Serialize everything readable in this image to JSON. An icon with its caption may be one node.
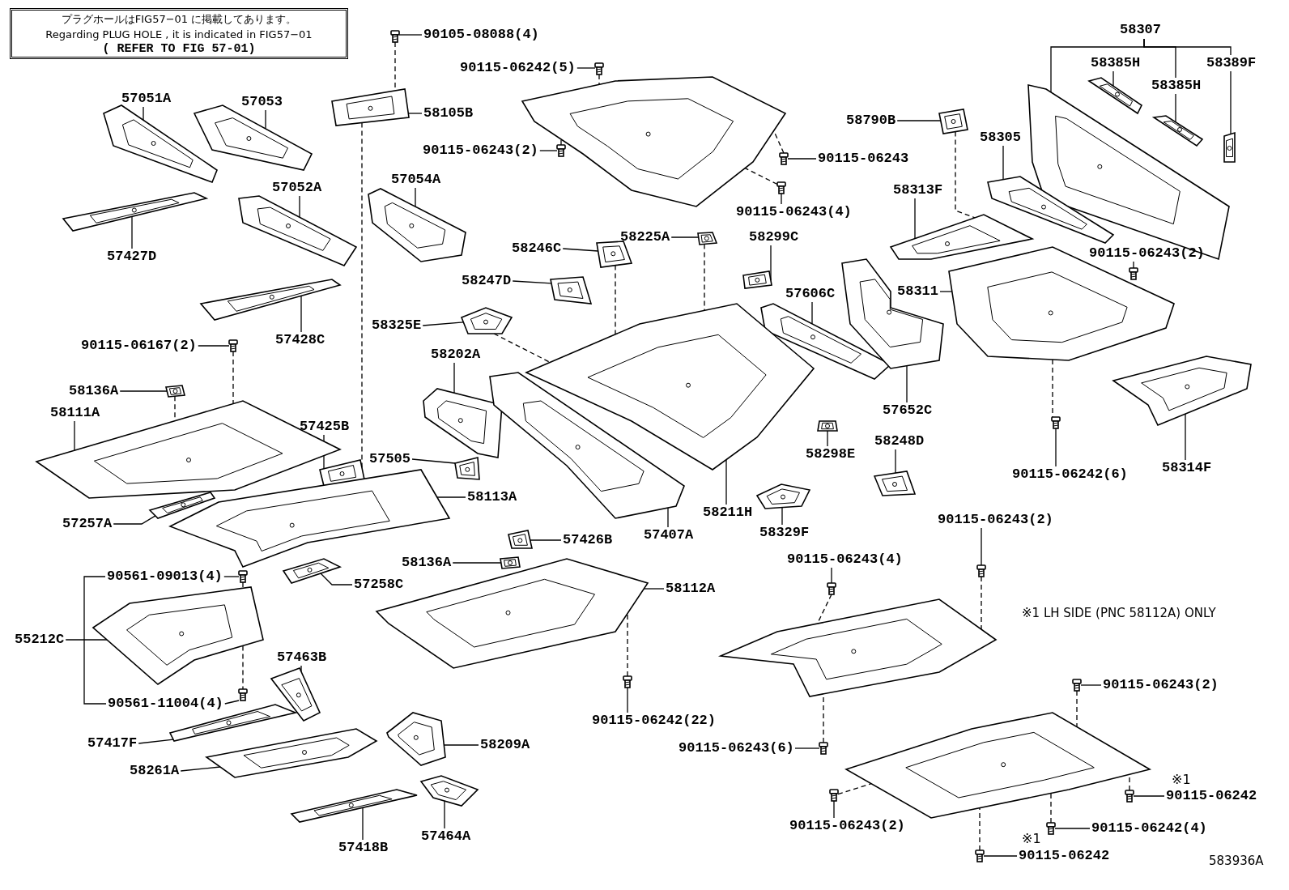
{
  "diagram": {
    "nodes": [
      {
        "text": [
          "プラグホールはFIG57−01 に掲載してあります。",
          "Regarding PLUG HOLE , it is indicated in FIG57−01",
          "( REFER TO FIG 57-01)"
        ]
      },
      {
        "text": [
          "58307"
        ]
      },
      {
        "text": [
          "90105-08088(4)"
        ]
      },
      {
        "text": [
          "58385H"
        ]
      },
      {
        "text": [
          "58389F"
        ]
      },
      {
        "text": [
          "90115-06242(5)"
        ]
      },
      {
        "text": [
          "58385H"
        ]
      },
      {
        "text": [
          "57051A"
        ]
      },
      {
        "text": [
          "57053"
        ]
      },
      {
        "text": [
          "58105B"
        ]
      },
      {
        "text": [
          "58790B"
        ]
      },
      {
        "text": [
          "58305"
        ]
      },
      {
        "text": [
          "90115-06243(2)"
        ]
      },
      {
        "text": [
          "90115-06243"
        ]
      },
      {
        "text": [
          "57054A"
        ]
      },
      {
        "text": [
          "57052A"
        ]
      },
      {
        "text": [
          "58313F"
        ]
      },
      {
        "text": [
          "90115-06243(4)"
        ]
      },
      {
        "text": [
          "58225A"
        ]
      },
      {
        "text": [
          "58299C"
        ]
      },
      {
        "text": [
          "58246C"
        ]
      },
      {
        "text": [
          "90115-06243(2)"
        ]
      },
      {
        "text": [
          "57427D"
        ]
      },
      {
        "text": [
          "58247D"
        ]
      },
      {
        "text": [
          "58311"
        ]
      },
      {
        "text": [
          "57606C"
        ]
      },
      {
        "text": [
          "58325E"
        ]
      },
      {
        "text": [
          "57428C"
        ]
      },
      {
        "text": [
          "90115-06167(2)"
        ]
      },
      {
        "text": [
          "58202A"
        ]
      },
      {
        "text": [
          "58136A"
        ]
      },
      {
        "text": [
          "57652C"
        ]
      },
      {
        "text": [
          "58111A"
        ]
      },
      {
        "text": [
          "57425B"
        ]
      },
      {
        "text": [
          "58248D"
        ]
      },
      {
        "text": [
          "58298E"
        ]
      },
      {
        "text": [
          "57505"
        ]
      },
      {
        "text": [
          "58314F"
        ]
      },
      {
        "text": [
          "90115-06242(6)"
        ]
      },
      {
        "text": [
          "58113A"
        ]
      },
      {
        "text": [
          "58211H"
        ]
      },
      {
        "text": [
          "90115-06243(2)"
        ]
      },
      {
        "text": [
          "57257A"
        ]
      },
      {
        "text": [
          "58329F"
        ]
      },
      {
        "text": [
          "57407A"
        ]
      },
      {
        "text": [
          "57426B"
        ]
      },
      {
        "text": [
          "90115-06243(4)"
        ]
      },
      {
        "text": [
          "58136A"
        ]
      },
      {
        "text": [
          "90561-09013(4)"
        ]
      },
      {
        "text": [
          "57258C"
        ]
      },
      {
        "text": [
          "58112A"
        ]
      },
      {
        "text": [
          "55212C"
        ]
      },
      {
        "text": [
          "57463B"
        ]
      },
      {
        "text": [
          "90115-06243(2)"
        ]
      },
      {
        "text": [
          "90561-11004(4)"
        ]
      },
      {
        "text": [
          "90115-06242(22)"
        ]
      },
      {
        "text": [
          "57417F"
        ]
      },
      {
        "text": [
          "58209A"
        ]
      },
      {
        "text": [
          "90115-06243(6)"
        ]
      },
      {
        "text": [
          "58261A"
        ]
      },
      {
        "text": [
          "90115-06242"
        ],
        "beside": [
          "※1"
        ]
      },
      {
        "text": [
          "90115-06243(2)"
        ]
      },
      {
        "text": [
          "90115-06242(4)"
        ]
      },
      {
        "text": [
          "57464A"
        ]
      },
      {
        "text": [
          "57418B"
        ]
      },
      {
        "text": [
          "90115-06242"
        ],
        "beside": [
          "※1"
        ]
      },
      {
        "text": [],
        "shape": "picture"
      },
      {
        "text": [],
        "shape": "picture"
      },
      {
        "text": [],
        "shape": "picture"
      },
      {
        "text": [],
        "shape": "picture"
      },
      {
        "text": [],
        "shape": "picture"
      },
      {
        "text": [],
        "shape": "picture"
      },
      {
        "text": [],
        "shape": "picture"
      },
      {
        "text": [],
        "shape": "picture"
      },
      {
        "text": [],
        "shape": "picture"
      },
      {
        "text": [],
        "shape": "picture"
      },
      {
        "text": [],
        "shape": "picture"
      },
      {
        "text": [],
        "shape": "picture"
      },
      {
        "text": [],
        "shape": "picture"
      },
      {
        "text": [],
        "shape": "picture"
      },
      {
        "text": [],
        "shape": "picture"
      },
      {
        "text": [],
        "shape": "picture"
      },
      {
        "text": [],
        "shape": "picture"
      },
      {
        "text": [],
        "shape": "picture"
      },
      {
        "text": [],
        "shape": "picture"
      },
      {
        "text": [],
        "shape": "picture"
      },
      {
        "text": [],
        "shape": "picture"
      },
      {
        "text": [],
        "shape": "picture"
      },
      {
        "text": [],
        "shape": "picture"
      },
      {
        "text": [],
        "shape": "picture"
      },
      {
        "text": [],
        "shape": "picture"
      },
      {
        "text": [],
        "shape": "picture"
      },
      {
        "text": [],
        "shape": "picture"
      },
      {
        "text": [],
        "shape": "picture"
      },
      {
        "text": [],
        "shape": "picture"
      },
      {
        "text": [],
        "shape": "picture"
      },
      {
        "text": [],
        "shape": "picture"
      },
      {
        "text": [],
        "shape": "picture"
      },
      {
        "text": [],
        "shape": "picture"
      },
      {
        "text": [],
        "shape": "picture"
      },
      {
        "text": [],
        "shape": "picture"
      },
      {
        "text": [],
        "shape": "picture"
      },
      {
        "text": [],
        "shape": "picture"
      },
      {
        "text": [],
        "shape": "picture"
      },
      {
        "text": [],
        "shape": "picture"
      },
      {
        "text": [],
        "shape": "picture"
      },
      {
        "text": [],
        "shape": "picture"
      },
      {
        "text": [],
        "shape": "picture"
      },
      {
        "text": [],
        "shape": "picture"
      },
      {
        "text": [],
        "shape": "picture"
      },
      {
        "text": [],
        "shape": "picture"
      },
      {
        "text": [],
        "shape": "picture"
      },
      {
        "text": [],
        "shape": "picture"
      },
      {
        "text": [],
        "shape": "picture"
      },
      {
        "text": [],
        "shape": "picture"
      },
      {
        "text": [],
        "shape": "picture"
      },
      {
        "text": [],
        "shape": "picture"
      },
      {
        "text": [],
        "shape": "picture"
      },
      {
        "text": [],
        "shape": "picture"
      },
      {
        "text": [],
        "shape": "picture"
      },
      {
        "text": [],
        "shape": "picture"
      },
      {
        "text": [],
        "shape": "picture"
      },
      {
        "text": [],
        "shape": "picture"
      },
      {
        "text": [],
        "shape": "picture"
      },
      {
        "text": [],
        "shape": "picture"
      },
      {
        "text": [],
        "shape": "picture"
      },
      {
        "text": [],
        "shape": "picture"
      },
      {
        "text": [],
        "shape": "picture"
      },
      {
        "text": [],
        "shape": "picture"
      },
      {
        "text": [],
        "shape": "picture"
      },
      {
        "text": [],
        "shape": "picture"
      },
      {
        "text": [],
        "shape": "picture"
      },
      {
        "text": [],
        "shape": "picture"
      },
      {
        "text": [],
        "shape": "picture"
      }
    ],
    "edges": [
      {
        "from": 1,
        "to": 66,
        "arrow": "none"
      },
      {
        "from": 1,
        "to": 6,
        "arrow": "none"
      },
      {
        "from": 1,
        "to": 4,
        "arrow": "none"
      },
      {
        "from": 2,
        "to": 67,
        "arrow": "none"
      },
      {
        "from": 3,
        "to": 68,
        "arrow": "none"
      },
      {
        "from": 4,
        "to": 69,
        "arrow": "none"
      },
      {
        "from": 5,
        "to": 70,
        "arrow": "none"
      },
      {
        "from": 6,
        "to": 71,
        "arrow": "none"
      },
      {
        "from": 7,
        "to": 72,
        "arrow": "none"
      },
      {
        "from": 8,
        "to": 73,
        "arrow": "none"
      },
      {
        "from": 9,
        "to": 74,
        "arrow": "none"
      },
      {
        "from": 10,
        "to": 75,
        "arrow": "none"
      },
      {
        "from": 11,
        "to": 76,
        "arrow": "none"
      },
      {
        "from": 12,
        "to": 77,
        "arrow": "none"
      },
      {
        "from": 13,
        "to": 78,
        "arrow": "none"
      },
      {
        "from": 14,
        "to": 79,
        "arrow": "none"
      },
      {
        "from": 15,
        "to": 80,
        "arrow": "none"
      },
      {
        "from": 16,
        "to": 81,
        "arrow": "none"
      },
      {
        "from": 17,
        "to": 82,
        "arrow": "none"
      },
      {
        "from": 18,
        "to": 83,
        "arrow": "none"
      },
      {
        "from": 19,
        "to": 84,
        "arrow": "none"
      },
      {
        "from": 20,
        "to": 85,
        "arrow": "none"
      },
      {
        "from": 21,
        "to": 86,
        "arrow": "none"
      },
      {
        "from": 22,
        "to": 87,
        "arrow": "none"
      },
      {
        "from": 23,
        "to": 88,
        "arrow": "none"
      },
      {
        "from": 24,
        "to": 89,
        "arrow": "none"
      },
      {
        "from": 25,
        "to": 90,
        "arrow": "none"
      },
      {
        "from": 26,
        "to": 91,
        "arrow": "none"
      },
      {
        "from": 27,
        "to": 92,
        "arrow": "none"
      },
      {
        "from": 28,
        "to": 93,
        "arrow": "none"
      },
      {
        "from": 29,
        "to": 94,
        "arrow": "none"
      },
      {
        "from": 30,
        "to": 95,
        "arrow": "none"
      },
      {
        "from": 31,
        "to": 96,
        "arrow": "none"
      },
      {
        "from": 32,
        "to": 97,
        "arrow": "none"
      },
      {
        "from": 33,
        "to": 98,
        "arrow": "none"
      },
      {
        "from": 34,
        "to": 99,
        "arrow": "none"
      },
      {
        "from": 35,
        "to": 100,
        "arrow": "none"
      },
      {
        "from": 36,
        "to": 101,
        "arrow": "none"
      },
      {
        "from": 37,
        "to": 102,
        "arrow": "none"
      },
      {
        "from": 38,
        "to": 103,
        "arrow": "none"
      },
      {
        "from": 39,
        "to": 104,
        "arrow": "none"
      },
      {
        "from": 40,
        "to": 105,
        "arrow": "none"
      },
      {
        "from": 41,
        "to": 106,
        "arrow": "none"
      },
      {
        "from": 42,
        "to": 107,
        "arrow": "none"
      },
      {
        "from": 43,
        "to": 108,
        "arrow": "none"
      },
      {
        "from": 44,
        "to": 109,
        "arrow": "none"
      },
      {
        "from": 45,
        "to": 110,
        "arrow": "none"
      },
      {
        "from": 46,
        "to": 111,
        "arrow": "none"
      },
      {
        "from": 47,
        "to": 112,
        "arrow": "none"
      },
      {
        "from": 48,
        "to": 113,
        "arrow": "none"
      },
      {
        "from": 48,
        "to": 54,
        "arrow": "none"
      },
      {
        "from": 49,
        "to": 114,
        "arrow": "none"
      },
      {
        "from": 50,
        "to": 115,
        "arrow": "none"
      },
      {
        "from": 51,
        "to": 116,
        "arrow": "none"
      },
      {
        "from": 52,
        "to": 117,
        "arrow": "none"
      },
      {
        "from": 53,
        "to": 118,
        "arrow": "none"
      },
      {
        "from": 54,
        "to": 119,
        "arrow": "none"
      },
      {
        "from": 55,
        "to": 120,
        "arrow": "none"
      },
      {
        "from": 56,
        "to": 121,
        "arrow": "none"
      },
      {
        "from": 57,
        "to": 122,
        "arrow": "none"
      },
      {
        "from": 58,
        "to": 123,
        "arrow": "none"
      },
      {
        "from": 59,
        "to": 124,
        "arrow": "none"
      },
      {
        "from": 60,
        "to": 125,
        "arrow": "none"
      },
      {
        "from": 61,
        "to": 126,
        "arrow": "none"
      },
      {
        "from": 62,
        "to": 127,
        "arrow": "none"
      },
      {
        "from": 63,
        "to": 128,
        "arrow": "none"
      },
      {
        "from": 64,
        "to": 129,
        "arrow": "none"
      },
      {
        "from": 65,
        "to": 130,
        "arrow": "none"
      },
      {
        "from": 67,
        "to": 74,
        "arrow": "none",
        "style": "dashed"
      },
      {
        "from": 74,
        "to": 98,
        "arrow": "none",
        "style": "dashed"
      },
      {
        "from": 93,
        "to": 97,
        "arrow": "none",
        "style": "dashed"
      },
      {
        "from": 95,
        "to": 97,
        "arrow": "none",
        "style": "dashed"
      },
      {
        "from": 89,
        "to": 103,
        "arrow": "none",
        "style": "dashed"
      },
      {
        "from": 113,
        "to": 116,
        "arrow": "none",
        "style": "dashed"
      },
      {
        "from": 116,
        "to": 119,
        "arrow": "none",
        "style": "dashed"
      },
      {
        "from": 83,
        "to": 105,
        "arrow": "none",
        "style": "dashed"
      },
      {
        "from": 91,
        "to": 105,
        "arrow": "none",
        "style": "dashed"
      },
      {
        "from": 120,
        "to": 115,
        "arrow": "none",
        "style": "dashed"
      },
      {
        "from": 85,
        "to": 105,
        "arrow": "none",
        "style": "dashed"
      },
      {
        "from": 75,
        "to": 81,
        "arrow": "none",
        "style": "dashed"
      },
      {
        "from": 77,
        "to": 131,
        "arrow": "none",
        "style": "dashed"
      },
      {
        "from": 78,
        "to": 131,
        "arrow": "none",
        "style": "dashed"
      },
      {
        "from": 82,
        "to": 131,
        "arrow": "none",
        "style": "dashed"
      },
      {
        "from": 70,
        "to": 131,
        "arrow": "none",
        "style": "dashed"
      },
      {
        "from": 111,
        "to": 132,
        "arrow": "none",
        "style": "dashed"
      },
      {
        "from": 106,
        "to": 132,
        "arrow": "none",
        "style": "dashed"
      },
      {
        "from": 123,
        "to": 132,
        "arrow": "none",
        "style": "dashed"
      },
      {
        "from": 118,
        "to": 133,
        "arrow": "none",
        "style": "dashed"
      },
      {
        "from": 126,
        "to": 133,
        "arrow": "none",
        "style": "dashed"
      },
      {
        "from": 125,
        "to": 133,
        "arrow": "none",
        "style": "dashed"
      },
      {
        "from": 130,
        "to": 133,
        "arrow": "none",
        "style": "dashed"
      },
      {
        "from": 127,
        "to": 133,
        "arrow": "none",
        "style": "dashed"
      }
    ],
    "labels": [
      "※1 LH SIDE (PNC 58112A) ONLY",
      "583936A"
    ]
  }
}
